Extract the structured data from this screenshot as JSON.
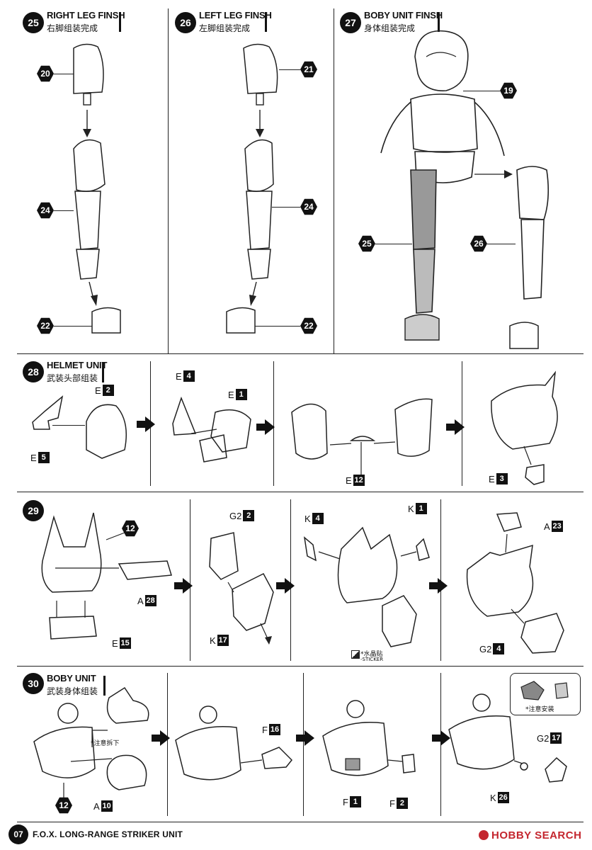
{
  "steps": [
    {
      "num": "25",
      "en": "RIGHT LEG FINSH",
      "zh": "右脚组装完成"
    },
    {
      "num": "26",
      "en": "LEFT LEG FINSH",
      "zh": "左脚组装完成"
    },
    {
      "num": "27",
      "en": "BOBY UNIT FINSH",
      "zh": "身体组装完成"
    },
    {
      "num": "28",
      "en": "HELMET UNIT",
      "zh": "武装头部组装"
    },
    {
      "num": "29",
      "en": "",
      "zh": ""
    },
    {
      "num": "30",
      "en": "BOBY UNIT",
      "zh": "武装身体组装"
    }
  ],
  "callouts": {
    "s25_a": "20",
    "s25_b": "24",
    "s25_c": "22",
    "s26_a": "21",
    "s26_b": "24",
    "s26_c": "22",
    "s27_a": "19",
    "s27_b": "25",
    "s27_c": "26",
    "s29_a": "12",
    "s30_a": "12"
  },
  "tags": {
    "e2": {
      "l": "E",
      "n": "2"
    },
    "e5": {
      "l": "E",
      "n": "5"
    },
    "e4": {
      "l": "E",
      "n": "4"
    },
    "e1": {
      "l": "E",
      "n": "1"
    },
    "e12": {
      "l": "E",
      "n": "12"
    },
    "e3": {
      "l": "E",
      "n": "3"
    },
    "a28": {
      "l": "A",
      "n": "28"
    },
    "e15": {
      "l": "E",
      "n": "15"
    },
    "g22": {
      "l": "G2",
      "n": "2"
    },
    "k17": {
      "l": "K",
      "n": "17"
    },
    "k4": {
      "l": "K",
      "n": "4"
    },
    "k1": {
      "l": "K",
      "n": "1"
    },
    "a23": {
      "l": "A",
      "n": "23"
    },
    "g24": {
      "l": "G2",
      "n": "4"
    },
    "a10": {
      "l": "A",
      "n": "10"
    },
    "f16": {
      "l": "F",
      "n": "16"
    },
    "f1": {
      "l": "F",
      "n": "1"
    },
    "f2": {
      "l": "F",
      "n": "2"
    },
    "g217": {
      "l": "G2",
      "n": "17"
    },
    "k26": {
      "l": "K",
      "n": "26"
    }
  },
  "notes": {
    "sticker_zh": "*水晶贴",
    "sticker_en": "-STICKER",
    "remove": "*注意拆下",
    "install": "*注意安装"
  },
  "footer": {
    "page": "07",
    "title": "F.O.X. LONG-RANGE STRIKER UNIT",
    "watermark": "HOBBY SEARCH"
  }
}
